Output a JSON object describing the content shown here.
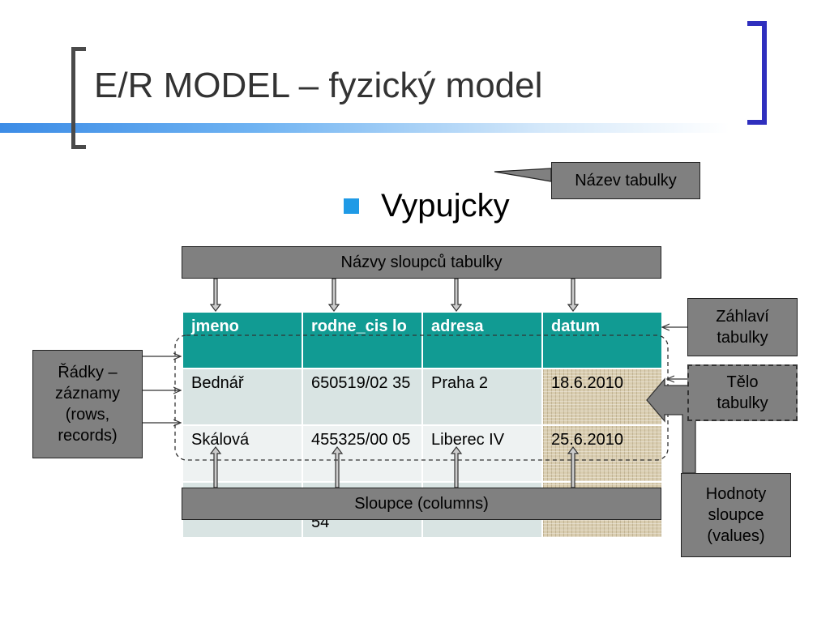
{
  "slide": {
    "title": "E/R MODEL – fyzický model",
    "bullet": "Vypujcky"
  },
  "callouts": {
    "nazev_tabulky": "Název tabulky",
    "nazvy_sloupcu": "Názvy sloupců tabulky",
    "radky": "Řádky – záznamy (rows, records)",
    "zahlavi": "Záhlaví tabulky",
    "telo": "Tělo tabulky",
    "hodnoty": "Hodnoty sloupce (values)",
    "sloupce": "Sloupce (columns)"
  },
  "table": {
    "headers": [
      "jmeno",
      "rodne_cislo",
      "adresa",
      "datum"
    ],
    "header_display": [
      "jmeno",
      "rodne_cis lo",
      "adresa",
      "datum"
    ],
    "rows": [
      [
        "Bednář",
        "650519/0235",
        "Praha 2",
        "18.6.2010"
      ],
      [
        "Skálová",
        "455325/0005",
        "Liberec IV",
        "25.6.2010"
      ],
      [
        "",
        "54",
        "",
        ""
      ]
    ],
    "rows_display": [
      [
        "Bednář",
        "650519/02 35",
        "Praha 2",
        "18.6.2010"
      ],
      [
        "Skálová",
        "455325/00 05",
        "Liberec IV",
        "25.6.2010"
      ],
      [
        "",
        "54",
        "",
        ""
      ]
    ]
  },
  "colors": {
    "header_bg": "#119b93",
    "bullet": "#1f9ae6",
    "callout_bg": "#808080",
    "bracket_right": "#2f2fbe"
  }
}
